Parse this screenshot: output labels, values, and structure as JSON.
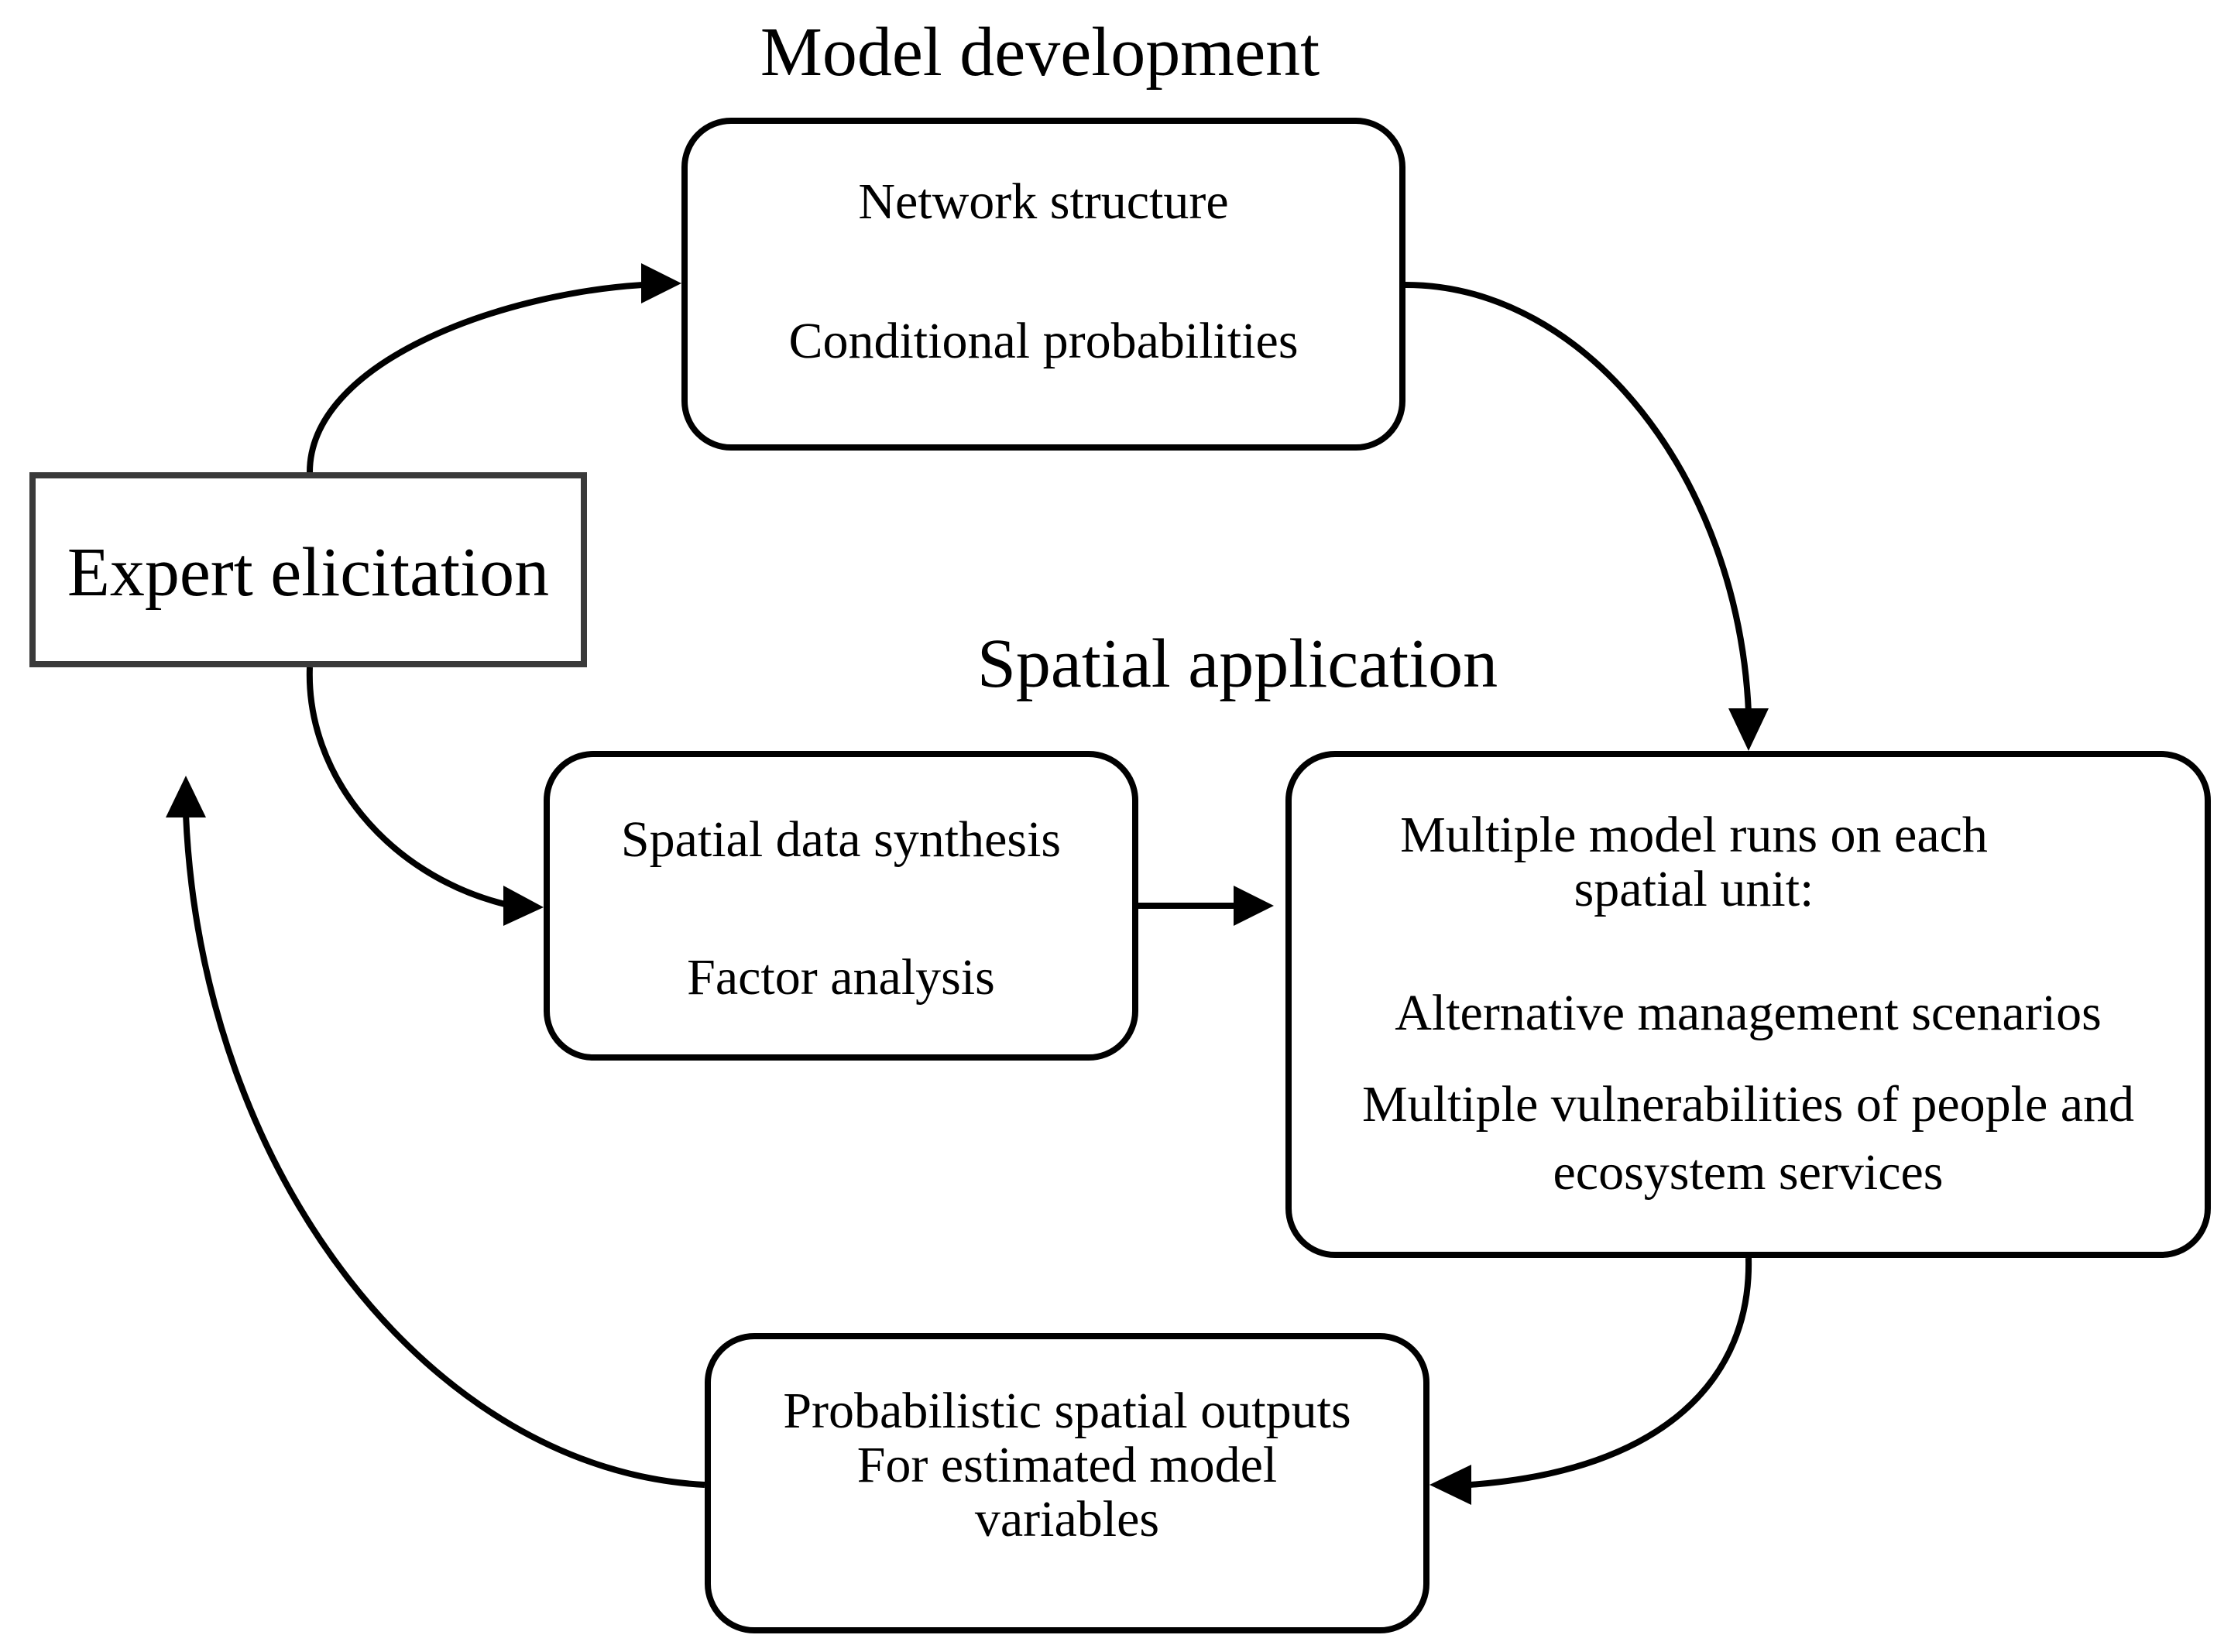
{
  "headings": {
    "model_development": "Model development",
    "spatial_application": "Spatial application"
  },
  "nodes": {
    "expert_elicitation": {
      "label": "Expert elicitation"
    },
    "model_box": {
      "lines": [
        "Network structure",
        "Conditional probabilities"
      ]
    },
    "data_box": {
      "lines": [
        "Spatial data synthesis",
        "Factor analysis"
      ]
    },
    "runs_box": {
      "lines": [
        "Multiple model runs on each",
        "spatial unit:",
        "Alternative management scenarios",
        "Multiple vulnerabilities of people and",
        "ecosystem services"
      ]
    },
    "outputs_box": {
      "lines": [
        "Probabilistic spatial outputs",
        "For estimated model",
        "variables"
      ]
    }
  },
  "edges": [
    {
      "from": "expert_elicitation",
      "to": "model_box"
    },
    {
      "from": "model_box",
      "to": "runs_box"
    },
    {
      "from": "expert_elicitation",
      "to": "data_box"
    },
    {
      "from": "data_box",
      "to": "runs_box"
    },
    {
      "from": "runs_box",
      "to": "outputs_box"
    },
    {
      "from": "outputs_box",
      "to": "expert_elicitation"
    }
  ],
  "colors": {
    "stroke": "#000000",
    "background": "#ffffff",
    "expert_border": "#3a3a3a"
  }
}
